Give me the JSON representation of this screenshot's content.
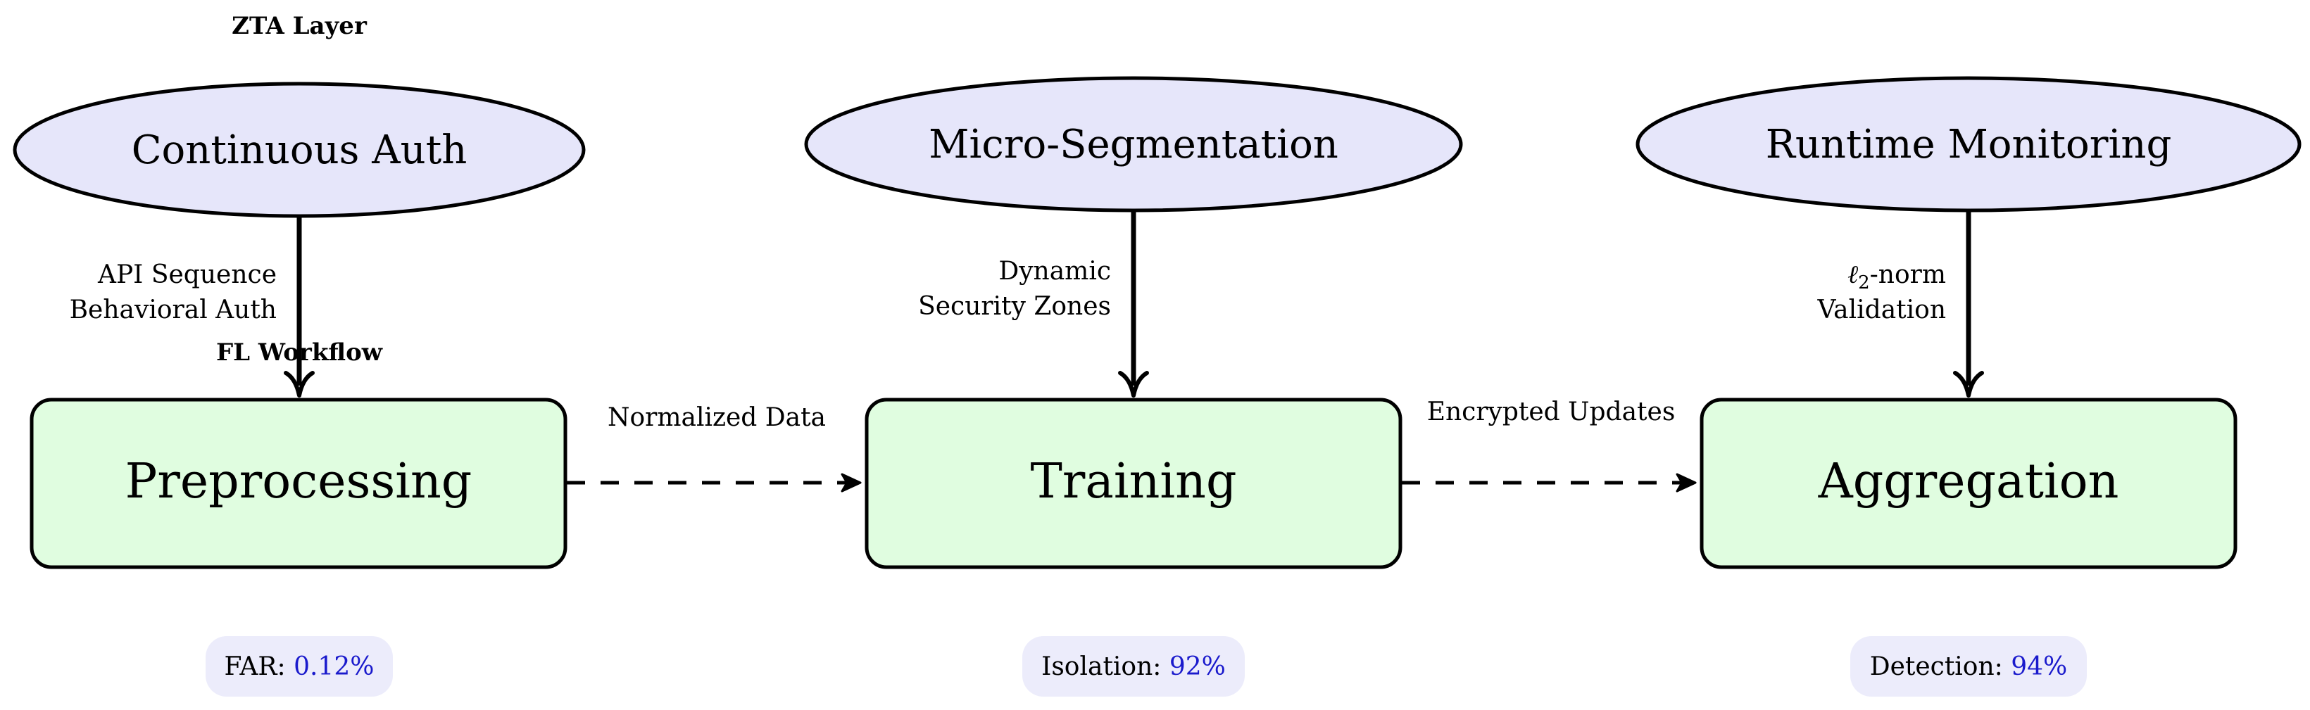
{
  "layer_labels": {
    "zta": "ZTA Layer",
    "fl": "FL Workflow"
  },
  "zta_nodes": [
    {
      "label": "Continuous Auth"
    },
    {
      "label": "Micro-Segmentation"
    },
    {
      "label": "Runtime Monitoring"
    }
  ],
  "fl_nodes": [
    {
      "label": "Preprocessing"
    },
    {
      "label": "Training"
    },
    {
      "label": "Aggregation"
    }
  ],
  "vertical_edges": [
    {
      "line1": "API Sequence",
      "line2": "Behavioral Auth"
    },
    {
      "line1": "Dynamic",
      "line2": "Security Zones"
    },
    {
      "line1_symbol": "ℓ",
      "line1_sub": "2",
      "line1_rest": "-norm",
      "line2": "Validation"
    }
  ],
  "flow_edges": [
    {
      "label": "Normalized Data"
    },
    {
      "label": "Encrypted Updates"
    }
  ],
  "metrics": [
    {
      "name": "FAR:",
      "value": "0.12%"
    },
    {
      "name": "Isolation:",
      "value": "92%"
    },
    {
      "name": "Detection:",
      "value": "94%"
    }
  ],
  "colors": {
    "ellipse_fill": "#e6e6fa",
    "box_fill": "#e0fde0",
    "badge_fill": "#ececfb",
    "metric_value": "#1a1acc",
    "stroke": "#000000"
  }
}
